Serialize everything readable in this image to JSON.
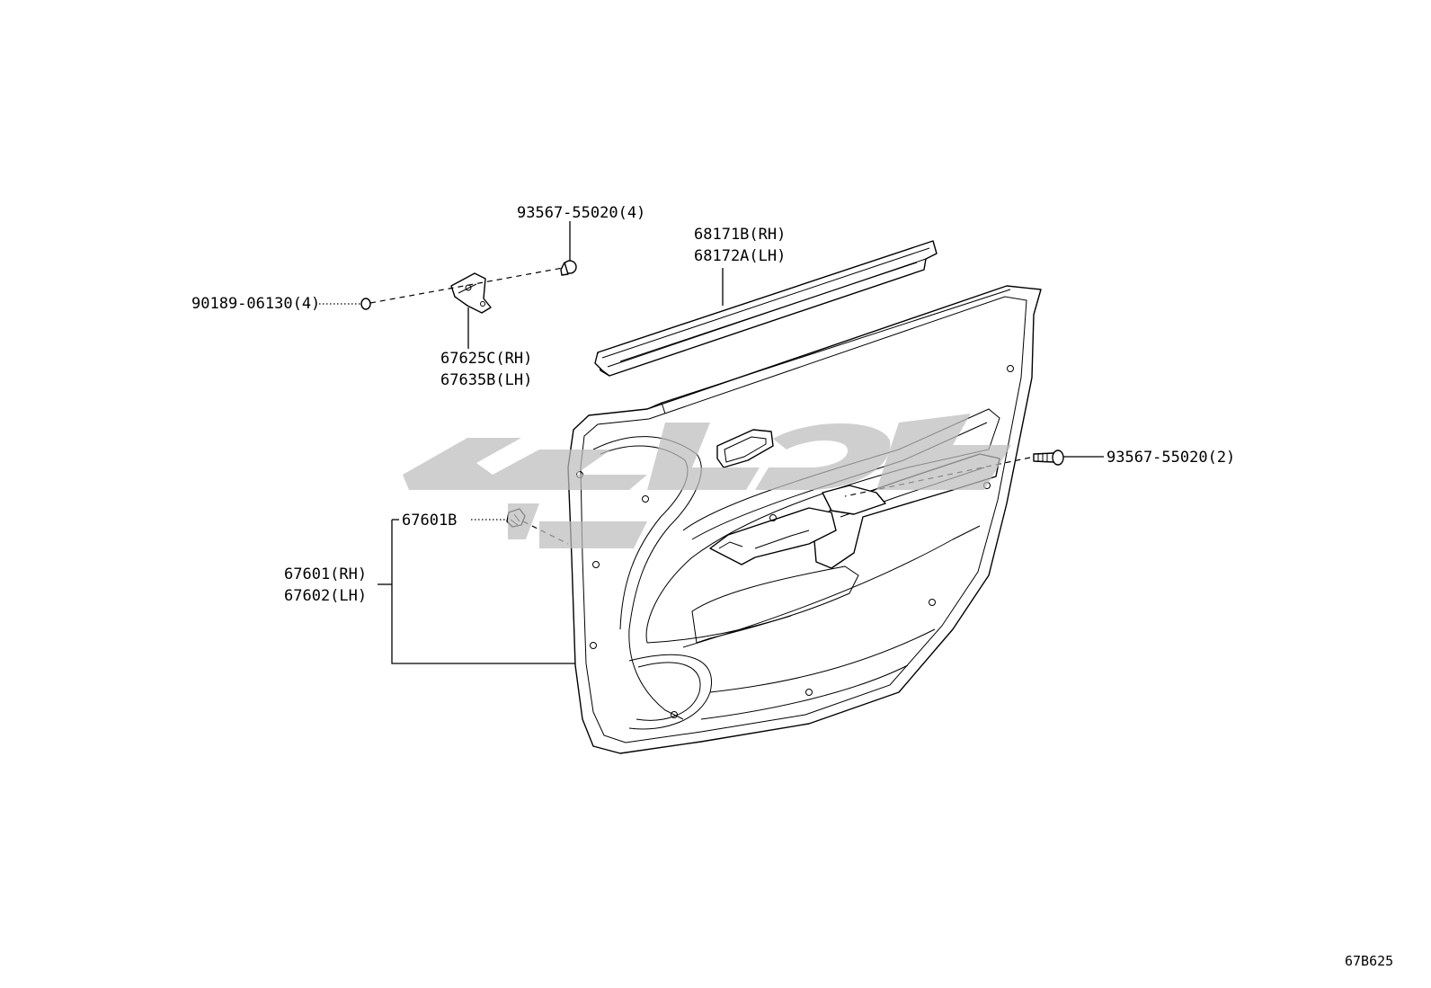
{
  "diagram": {
    "code": "67B625",
    "labels": {
      "screw_top": "93567-55020(4)",
      "nut_left": "90189-06130(4)",
      "bracket_rh": "67625C(RH)",
      "bracket_lh": "67635B(LH)",
      "weatherstrip_rh": "68171B(RH)",
      "weatherstrip_lh": "68172A(LH)",
      "screw_right": "93567-55020(2)",
      "clip": "67601B",
      "panel_rh": "67601(RH)",
      "panel_lh": "67602(LH)"
    },
    "colors": {
      "line": "#000000",
      "background": "#ffffff",
      "watermark": "#bdbdbd"
    }
  }
}
